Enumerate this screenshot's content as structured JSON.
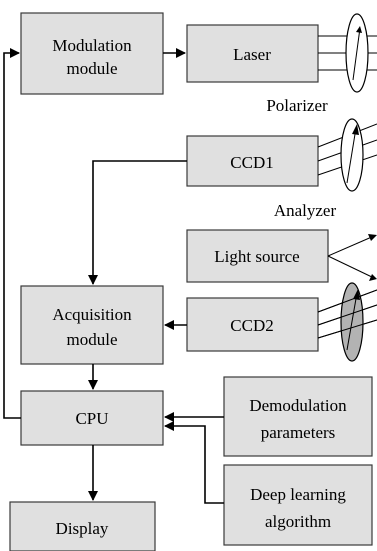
{
  "boxes": {
    "modulation": {
      "line1": "Modulation",
      "line2": "module"
    },
    "laser": {
      "label": "Laser"
    },
    "ccd1": {
      "label": "CCD1"
    },
    "light_source": {
      "label": "Light source"
    },
    "acquisition": {
      "line1": "Acquisition",
      "line2": "module"
    },
    "ccd2": {
      "label": "CCD2"
    },
    "cpu": {
      "label": "CPU"
    },
    "demodulation": {
      "line1": "Demodulation",
      "line2": "parameters"
    },
    "deep_learning": {
      "line1": "Deep learning",
      "line2": "algorithm"
    },
    "display": {
      "label": "Display"
    }
  },
  "labels": {
    "polarizer": "Polarizer",
    "analyzer": "Analyzer"
  }
}
